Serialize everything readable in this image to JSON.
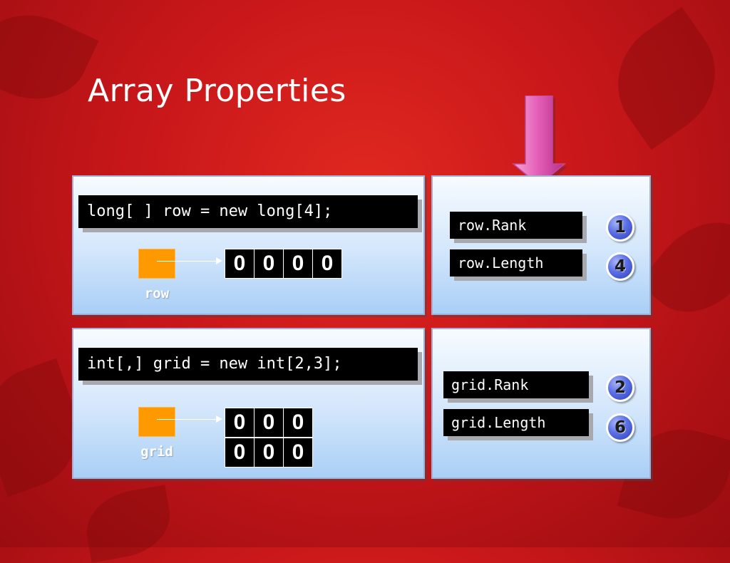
{
  "slide": {
    "title": "Array Properties"
  },
  "row_example": {
    "code": "long[ ] row = new long[4];",
    "variable": "row",
    "values": [
      [
        "0",
        "0",
        "0",
        "0"
      ]
    ],
    "properties": [
      {
        "expression": "row.Rank",
        "result": "1"
      },
      {
        "expression": "row.Length",
        "result": "4"
      }
    ]
  },
  "grid_example": {
    "code": "int[,] grid = new int[2,3];",
    "variable": "grid",
    "values": [
      [
        "0",
        "0",
        "0"
      ],
      [
        "0",
        "0",
        "0"
      ]
    ],
    "properties": [
      {
        "expression": "grid.Rank",
        "result": "2"
      },
      {
        "expression": "grid.Length",
        "result": "6"
      }
    ]
  },
  "colors": {
    "background": "#c8171a",
    "reference_box": "#ff9900",
    "badge": "#5a6fe6",
    "arrow": "#e25bb4"
  },
  "icons": {
    "pointer": "down-arrow-icon",
    "reference": "right-arrow-icon"
  }
}
